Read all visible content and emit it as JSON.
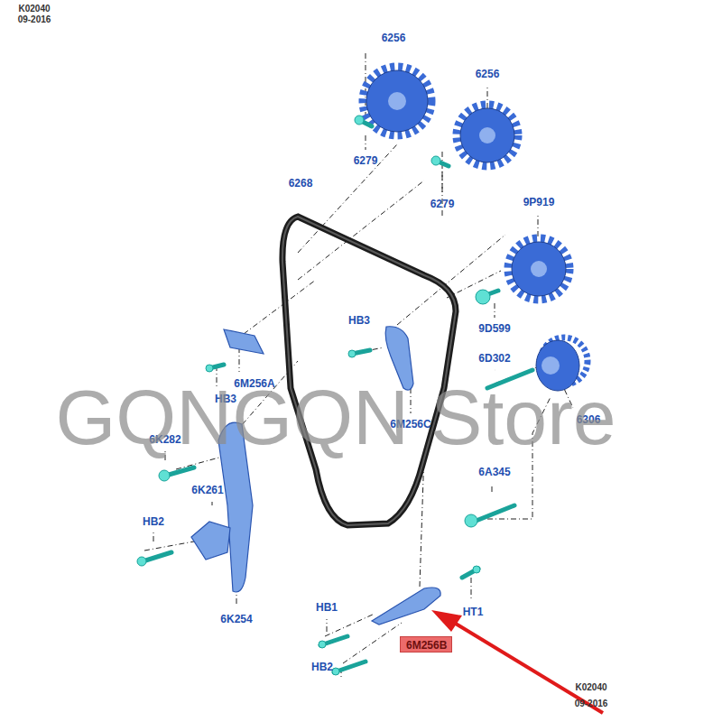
{
  "diagram": {
    "nodes": [
      {
        "text": [
          "6M256B"
        ]
      }
    ],
    "labels": [
      "K02040",
      "09-2016",
      "6256",
      "6256",
      "6279",
      "6279",
      "6268",
      "9P919",
      "9D599",
      "HB3",
      "HB3",
      "6M256A",
      "6D302",
      "6306",
      "6M256C",
      "6K282",
      "6K261",
      "6A345",
      "HB2",
      "6K254",
      "HB1",
      "HT1",
      "HB2",
      "K02040",
      "09-2016",
      "GQNGQN Store"
    ]
  }
}
